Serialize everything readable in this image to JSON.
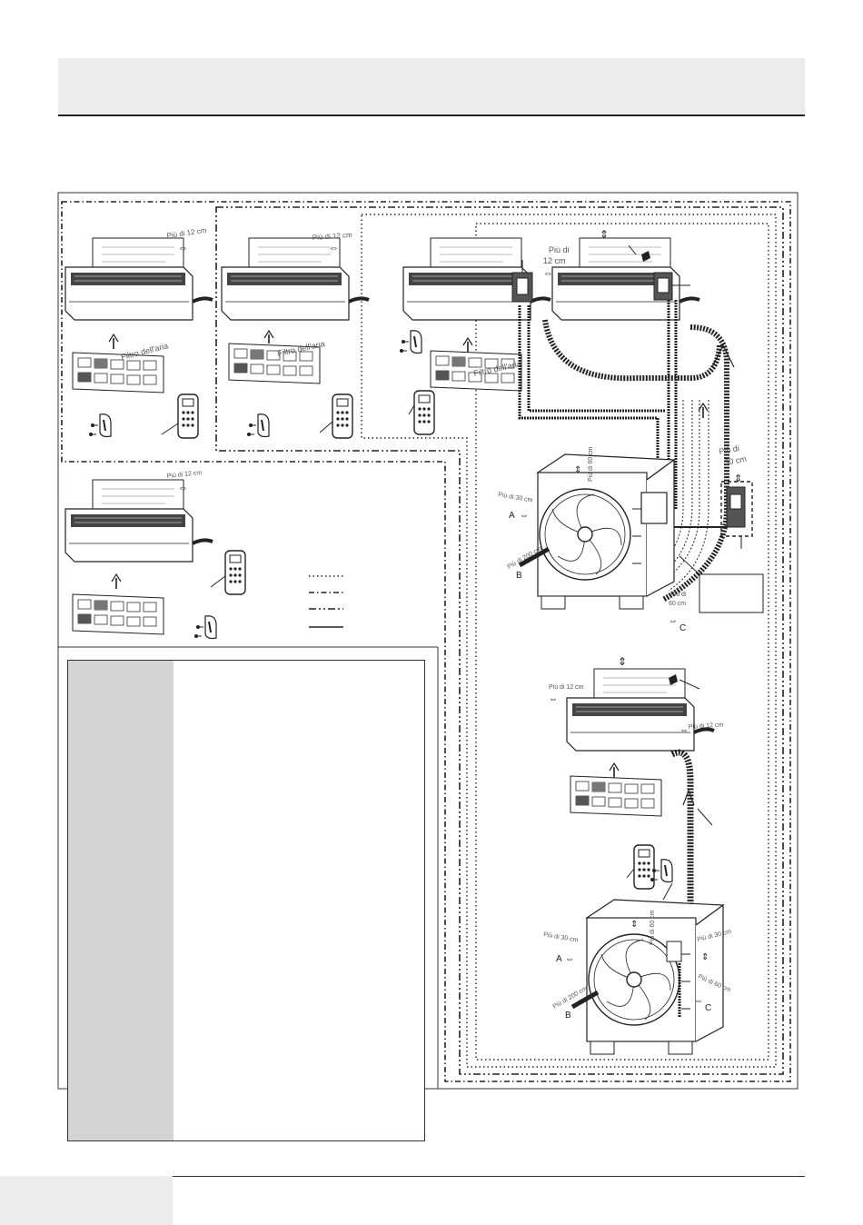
{
  "labels": {
    "filter": "Filtro dell'aria",
    "more_12cm": "Più di 12 cm",
    "more_12cm_wrapped_1": "Più di",
    "more_12cm_wrapped_2": "12 cm",
    "more_30cm": "Più di 30 cm",
    "more_30cm_wrapped_1": "Più di",
    "more_30cm_wrapped_2": "30 cm",
    "more_60cm": "Più di 60 cm",
    "more_60cm_wrapped_1": "Più di",
    "more_60cm_wrapped_2": "60 cm",
    "more_200cm": "Più di 200 cm",
    "letter_a": "A",
    "letter_b": "B",
    "letter_c": "C"
  },
  "colors": {
    "line": "#222222",
    "panel_gray": "#d4d4d4",
    "header_gray": "#ececec"
  }
}
